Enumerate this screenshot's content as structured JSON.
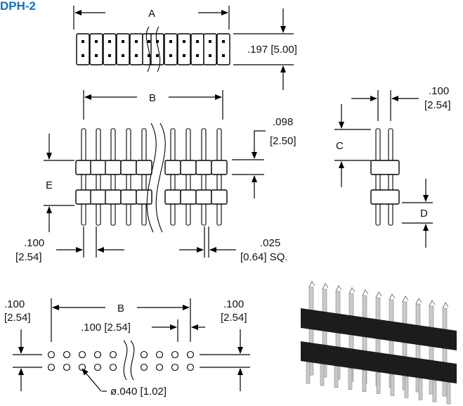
{
  "title": "DPH-2",
  "colors": {
    "title": "#1a6fb5",
    "ink": "#000000",
    "photo_bg": "#ffffff",
    "photo_pin": "#c9c9c9",
    "photo_plastic": "#1c1c1c"
  },
  "top_view": {
    "dim_a": "A",
    "dim_height": ".197 [5.00]"
  },
  "side_view": {
    "dim_b": "B",
    "dim_e": "E",
    "pin_height_in": ".098",
    "pin_height_mm": "[2.50]",
    "pitch_in": ".100",
    "pitch_mm": "[2.54]",
    "pin_size_in": ".025",
    "pin_size_mm": "[0.64] SQ."
  },
  "end_view": {
    "row_pitch_in": ".100",
    "row_pitch_mm": "[2.54]",
    "dim_c": "C",
    "dim_d": "D"
  },
  "pcb_layout": {
    "left_pitch_in": ".100",
    "left_pitch_mm": "[2.54]",
    "dim_b": "B",
    "inner_pitch": ".100 [2.54]",
    "right_pitch_in": ".100",
    "right_pitch_mm": "[2.54]",
    "hole_dia": "ø.040 [1.02]"
  },
  "photo": {
    "icon": "pin-header-photo"
  }
}
